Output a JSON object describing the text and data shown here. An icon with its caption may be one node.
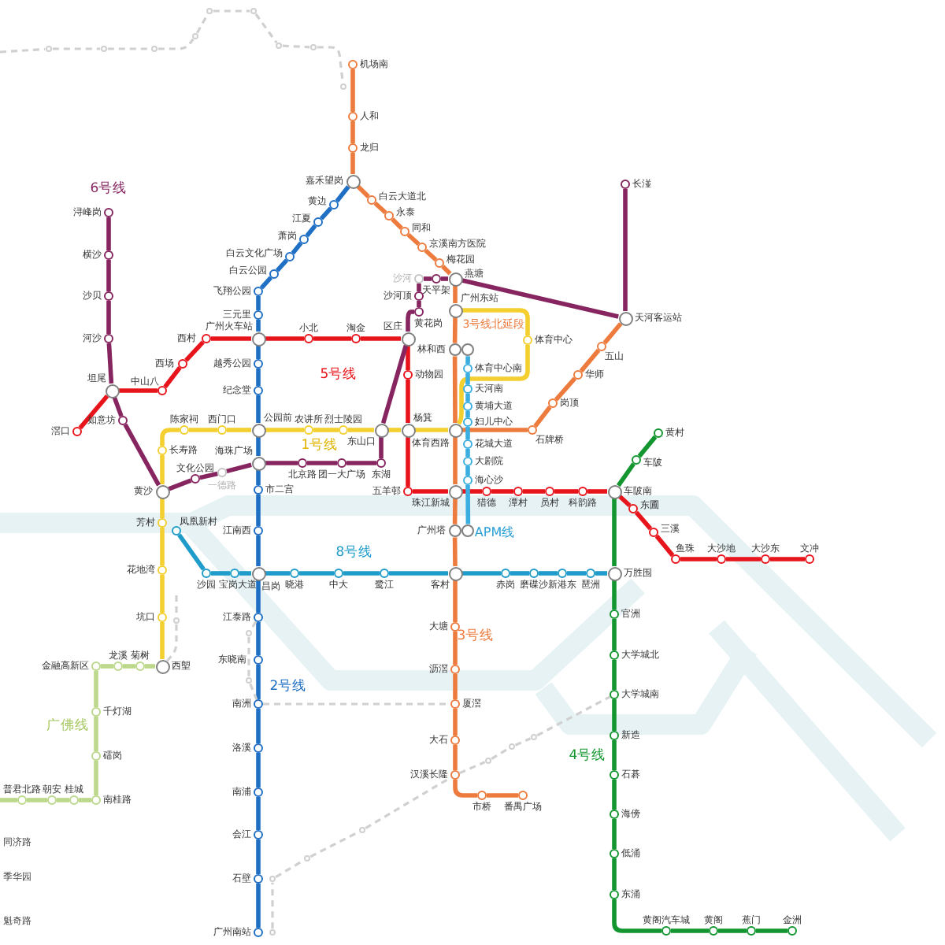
{
  "diagram": {
    "nodes": [
      {
        "text": [],
        "shape": "circle",
        "beside": [
          "机场南"
        ]
      },
      {
        "text": [],
        "shape": "circle",
        "beside": [
          "人和"
        ]
      },
      {
        "text": [],
        "shape": "circle",
        "beside": [
          "龙归"
        ]
      },
      {
        "text": [],
        "shape": "circle",
        "beside": [
          "嘉禾望岗"
        ]
      },
      {
        "text": [],
        "shape": "circle",
        "beside": [
          "黄边"
        ]
      },
      {
        "text": [],
        "shape": "circle",
        "beside": [
          "江夏"
        ]
      },
      {
        "text": [],
        "shape": "circle",
        "beside": [
          "萧岗"
        ]
      },
      {
        "text": [],
        "shape": "circle",
        "beside": [
          "白云文化广场"
        ]
      },
      {
        "text": [],
        "shape": "circle",
        "beside": [
          "白云公园"
        ]
      },
      {
        "text": [],
        "shape": "circle",
        "beside": [
          "飞翔公园"
        ]
      },
      {
        "text": [],
        "shape": "circle",
        "beside": [
          "三元里"
        ]
      },
      {
        "text": [],
        "shape": "circle",
        "beside": [
          "广州火车站"
        ]
      },
      {
        "text": [],
        "shape": "circle",
        "beside": [
          "越秀公园"
        ]
      },
      {
        "text": [],
        "shape": "circle",
        "beside": [
          "纪念堂"
        ]
      },
      {
        "text": [],
        "shape": "circle",
        "beside": [
          "公园前"
        ]
      },
      {
        "text": [],
        "shape": "circle",
        "beside": [
          "海珠广场"
        ]
      },
      {
        "text": [],
        "shape": "circle",
        "beside": [
          "市二宫"
        ]
      },
      {
        "text": [],
        "shape": "circle",
        "beside": [
          "江南西"
        ]
      },
      {
        "text": [],
        "shape": "circle",
        "beside": [
          "昌岗"
        ]
      },
      {
        "text": [],
        "shape": "circle",
        "beside": [
          "江泰路"
        ]
      },
      {
        "text": [],
        "shape": "circle",
        "beside": [
          "东晓南"
        ]
      },
      {
        "text": [],
        "shape": "circle",
        "beside": [
          "南洲"
        ]
      },
      {
        "text": [],
        "shape": "circle",
        "beside": [
          "洛溪"
        ]
      },
      {
        "text": [],
        "shape": "circle",
        "beside": [
          "南浦"
        ]
      },
      {
        "text": [],
        "shape": "circle",
        "beside": [
          "会江"
        ]
      },
      {
        "text": [],
        "shape": "circle",
        "beside": [
          "石壁"
        ]
      },
      {
        "text": [],
        "shape": "circle",
        "beside": [
          "广州南站"
        ]
      },
      {
        "text": [],
        "shape": "circle",
        "beside": [
          "白云大道北"
        ]
      },
      {
        "text": [],
        "shape": "circle",
        "beside": [
          "永泰"
        ]
      },
      {
        "text": [],
        "shape": "circle",
        "beside": [
          "同和"
        ]
      },
      {
        "text": [],
        "shape": "circle",
        "beside": [
          "京溪南方医院"
        ]
      },
      {
        "text": [],
        "shape": "circle",
        "beside": [
          "梅花园"
        ]
      },
      {
        "text": [],
        "shape": "circle",
        "beside": [
          "燕塘"
        ]
      },
      {
        "text": [],
        "shape": "circle",
        "beside": [
          "天河客运站"
        ]
      },
      {
        "text": [],
        "shape": "circle",
        "beside": [
          "长湴"
        ]
      },
      {
        "text": [],
        "shape": "circle",
        "beside": [
          "广州东站"
        ]
      },
      {
        "text": [],
        "shape": "circle",
        "beside": [
          "林和西"
        ]
      },
      {
        "text": [],
        "shape": "circle",
        "beside": [
          "体育西路"
        ]
      },
      {
        "text": [],
        "shape": "circle",
        "beside": [
          "石牌桥"
        ]
      },
      {
        "text": [],
        "shape": "circle",
        "beside": [
          "岗顶"
        ]
      },
      {
        "text": [],
        "shape": "circle",
        "beside": [
          "华师"
        ]
      },
      {
        "text": [],
        "shape": "circle",
        "beside": [
          "五山"
        ]
      },
      {
        "text": [],
        "shape": "circle",
        "beside": [
          "珠江新城"
        ]
      },
      {
        "text": [],
        "shape": "circle",
        "beside": [
          "广州塔"
        ]
      },
      {
        "text": [],
        "shape": "circle",
        "beside": [
          "客村"
        ]
      },
      {
        "text": [],
        "shape": "circle",
        "beside": [
          "大塘"
        ]
      },
      {
        "text": [],
        "shape": "circle",
        "beside": [
          "沥滘"
        ]
      },
      {
        "text": [],
        "shape": "circle",
        "beside": [
          "厦滘"
        ]
      },
      {
        "text": [],
        "shape": "circle",
        "beside": [
          "大石"
        ]
      },
      {
        "text": [],
        "shape": "circle",
        "beside": [
          "汉溪长隆"
        ]
      },
      {
        "text": [],
        "shape": "circle",
        "beside": [
          "市桥"
        ]
      },
      {
        "text": [],
        "shape": "circle",
        "beside": [
          "番禺广场"
        ]
      },
      {
        "text": [],
        "shape": "circle",
        "beside": [
          "滘口"
        ]
      },
      {
        "text": [],
        "shape": "circle",
        "beside": [
          "坦尾"
        ]
      },
      {
        "text": [],
        "shape": "circle",
        "beside": [
          "中山八"
        ]
      },
      {
        "text": [],
        "shape": "circle",
        "beside": [
          "西场"
        ]
      },
      {
        "text": [],
        "shape": "circle",
        "beside": [
          "西村"
        ]
      },
      {
        "text": [],
        "shape": "circle",
        "beside": [
          "小北"
        ]
      },
      {
        "text": [],
        "shape": "circle",
        "beside": [
          "淘金"
        ]
      },
      {
        "text": [],
        "shape": "circle",
        "beside": [
          "区庄"
        ]
      },
      {
        "text": [],
        "shape": "circle",
        "beside": [
          "动物园"
        ]
      },
      {
        "text": [],
        "shape": "circle",
        "beside": [
          "杨箕"
        ]
      },
      {
        "text": [],
        "shape": "circle",
        "beside": [
          "五羊邨"
        ]
      },
      {
        "text": [],
        "shape": "circle",
        "beside": [
          "猎德"
        ]
      },
      {
        "text": [],
        "shape": "circle",
        "beside": [
          "潭村"
        ]
      },
      {
        "text": [],
        "shape": "circle",
        "beside": [
          "员村"
        ]
      },
      {
        "text": [],
        "shape": "circle",
        "beside": [
          "科韵路"
        ]
      },
      {
        "text": [],
        "shape": "circle",
        "beside": [
          "车陂南"
        ]
      },
      {
        "text": [],
        "shape": "circle",
        "beside": [
          "东圃"
        ]
      },
      {
        "text": [],
        "shape": "circle",
        "beside": [
          "三溪"
        ]
      },
      {
        "text": [],
        "shape": "circle",
        "beside": [
          "鱼珠"
        ]
      },
      {
        "text": [],
        "shape": "circle",
        "beside": [
          "大沙地"
        ]
      },
      {
        "text": [],
        "shape": "circle",
        "beside": [
          "大沙东"
        ]
      },
      {
        "text": [],
        "shape": "circle",
        "beside": [
          "文冲"
        ]
      },
      {
        "text": [],
        "shape": "circle",
        "beside": [
          "体育中心"
        ]
      },
      {
        "text": [],
        "shape": "circle",
        "beside": [
          "东山口"
        ]
      },
      {
        "text": [],
        "shape": "circle",
        "beside": [
          "烈士陵园"
        ]
      },
      {
        "text": [],
        "shape": "circle",
        "beside": [
          "农讲所"
        ]
      },
      {
        "text": [],
        "shape": "circle",
        "beside": [
          "西门口"
        ]
      },
      {
        "text": [],
        "shape": "circle",
        "beside": [
          "陈家祠"
        ]
      },
      {
        "text": [],
        "shape": "circle",
        "beside": [
          "长寿路"
        ]
      },
      {
        "text": [],
        "shape": "circle",
        "beside": [
          "黄沙"
        ]
      },
      {
        "text": [],
        "shape": "circle",
        "beside": [
          "芳村"
        ]
      },
      {
        "text": [],
        "shape": "circle",
        "beside": [
          "花地湾"
        ]
      },
      {
        "text": [],
        "shape": "circle",
        "beside": [
          "坑口"
        ]
      },
      {
        "text": [],
        "shape": "circle",
        "beside": [
          "西塱"
        ]
      },
      {
        "text": [],
        "shape": "circle",
        "beside": [
          "浔峰岗"
        ]
      },
      {
        "text": [],
        "shape": "circle",
        "beside": [
          "横沙"
        ]
      },
      {
        "text": [],
        "shape": "circle",
        "beside": [
          "沙贝"
        ]
      },
      {
        "text": [],
        "shape": "circle",
        "beside": [
          "河沙"
        ]
      },
      {
        "text": [],
        "shape": "circle",
        "beside": [
          "如意坊"
        ]
      },
      {
        "text": [],
        "shape": "circle",
        "beside": [
          "文化公园"
        ]
      },
      {
        "text": [],
        "shape": "circle",
        "beside": [
          "一德路"
        ]
      },
      {
        "text": [],
        "shape": "circle",
        "beside": [
          "北京路"
        ]
      },
      {
        "text": [],
        "shape": "circle",
        "beside": [
          "团一大广场"
        ]
      },
      {
        "text": [],
        "shape": "circle",
        "beside": [
          "东湖"
        ]
      },
      {
        "text": [],
        "shape": "circle",
        "beside": [
          "黄花岗"
        ]
      },
      {
        "text": [],
        "shape": "circle",
        "beside": [
          "沙河顶"
        ]
      },
      {
        "text": [],
        "shape": "circle",
        "beside": [
          "沙河"
        ]
      },
      {
        "text": [],
        "shape": "circle",
        "beside": [
          "天平架"
        ]
      },
      {
        "text": [],
        "shape": "circle",
        "beside": [
          "体育中心南"
        ]
      },
      {
        "text": [],
        "shape": "circle",
        "beside": [
          "天河南"
        ]
      },
      {
        "text": [],
        "shape": "circle",
        "beside": [
          "黄埔大道"
        ]
      },
      {
        "text": [],
        "shape": "circle",
        "beside": [
          "妇儿中心"
        ]
      },
      {
        "text": [],
        "shape": "circle",
        "beside": [
          "花城大道"
        ]
      },
      {
        "text": [],
        "shape": "circle",
        "beside": [
          "大剧院"
        ]
      },
      {
        "text": [],
        "shape": "circle",
        "beside": [
          "海心沙"
        ]
      },
      {
        "text": [],
        "shape": "circle",
        "beside": [
          "凤凰新村"
        ]
      },
      {
        "text": [],
        "shape": "circle",
        "beside": [
          "沙园"
        ]
      },
      {
        "text": [],
        "shape": "circle",
        "beside": [
          "宝岗大道"
        ]
      },
      {
        "text": [],
        "shape": "circle",
        "beside": [
          "晓港"
        ]
      },
      {
        "text": [],
        "shape": "circle",
        "beside": [
          "中大"
        ]
      },
      {
        "text": [],
        "shape": "circle",
        "beside": [
          "鹭江"
        ]
      },
      {
        "text": [],
        "shape": "circle",
        "beside": [
          "赤岗"
        ]
      },
      {
        "text": [],
        "shape": "circle",
        "beside": [
          "磨碟沙"
        ]
      },
      {
        "text": [],
        "shape": "circle",
        "beside": [
          "新港东"
        ]
      },
      {
        "text": [],
        "shape": "circle",
        "beside": [
          "琶洲"
        ]
      },
      {
        "text": [],
        "shape": "circle",
        "beside": [
          "万胜围"
        ]
      },
      {
        "text": [],
        "shape": "circle",
        "beside": [
          "黄村"
        ]
      },
      {
        "text": [],
        "shape": "circle",
        "beside": [
          "车陂"
        ]
      },
      {
        "text": [],
        "shape": "circle",
        "beside": [
          "官洲"
        ]
      },
      {
        "text": [],
        "shape": "circle",
        "beside": [
          "大学城北"
        ]
      },
      {
        "text": [],
        "shape": "circle",
        "beside": [
          "大学城南"
        ]
      },
      {
        "text": [],
        "shape": "circle",
        "beside": [
          "新造"
        ]
      },
      {
        "text": [],
        "shape": "circle",
        "beside": [
          "石碁"
        ]
      },
      {
        "text": [],
        "shape": "circle",
        "beside": [
          "海傍"
        ]
      },
      {
        "text": [],
        "shape": "circle",
        "beside": [
          "低涌"
        ]
      },
      {
        "text": [],
        "shape": "circle",
        "beside": [
          "东涌"
        ]
      },
      {
        "text": [],
        "shape": "circle",
        "beside": [
          "黄阁汽车城"
        ]
      },
      {
        "text": [],
        "shape": "circle",
        "beside": [
          "黄阁"
        ]
      },
      {
        "text": [],
        "shape": "circle",
        "beside": [
          "蕉门"
        ]
      },
      {
        "text": [],
        "shape": "circle",
        "beside": [
          "金洲"
        ]
      },
      {
        "text": [],
        "shape": "circle",
        "beside": [
          "菊树"
        ]
      },
      {
        "text": [],
        "shape": "circle",
        "beside": [
          "龙溪"
        ]
      },
      {
        "text": [],
        "shape": "circle",
        "beside": [
          "金融高新区"
        ]
      },
      {
        "text": [],
        "shape": "circle",
        "beside": [
          "千灯湖"
        ]
      },
      {
        "text": [],
        "shape": "circle",
        "beside": [
          "礌岗"
        ]
      },
      {
        "text": [],
        "shape": "circle",
        "beside": [
          "南桂路"
        ]
      },
      {
        "text": [],
        "shape": "circle",
        "beside": [
          "桂城"
        ]
      },
      {
        "text": [],
        "shape": "circle",
        "beside": [
          "朝安"
        ]
      },
      {
        "text": [],
        "shape": "circle",
        "beside": [
          "普君北路"
        ]
      },
      {
        "text": [],
        "shape": "circle"
      },
      {
        "text": [],
        "shape": "circle"
      },
      {
        "text": [],
        "shape": "circle"
      },
      {
        "text": [],
        "shape": "circle"
      },
      {
        "text": [],
        "shape": "circle"
      },
      {
        "text": [],
        "shape": "circle"
      },
      {
        "text": [],
        "shape": "circle"
      },
      {
        "text": [],
        "shape": "circle"
      },
      {
        "text": [],
        "shape": "circle"
      },
      {
        "text": [],
        "shape": "circle"
      },
      {
        "text": [],
        "shape": "circle"
      },
      {
        "text": [],
        "shape": "circle"
      },
      {
        "text": [],
        "shape": "circle"
      },
      {
        "text": [],
        "shape": "circle"
      },
      {
        "text": [],
        "shape": "circle"
      },
      {
        "text": [],
        "shape": "circle"
      },
      {
        "text": [],
        "shape": "circle"
      },
      {
        "text": [],
        "shape": "circle"
      },
      {
        "text": [],
        "shape": "circle"
      }
    ],
    "edges": [
      {
        "from": 0,
        "to": 1,
        "arrow": "none",
        "color": "#ec7b3d"
      },
      {
        "from": 1,
        "to": 2,
        "arrow": "none",
        "color": "#ec7b3d"
      },
      {
        "from": 2,
        "to": 3,
        "arrow": "none",
        "color": "#ec7b3d"
      },
      {
        "from": 3,
        "to": 27,
        "arrow": "none",
        "color": "#ec7b3d"
      },
      {
        "from": 27,
        "to": 28,
        "arrow": "none",
        "color": "#ec7b3d"
      },
      {
        "from": 28,
        "to": 29,
        "arrow": "none",
        "color": "#ec7b3d"
      },
      {
        "from": 29,
        "to": 30,
        "arrow": "none",
        "color": "#ec7b3d"
      },
      {
        "from": 30,
        "to": 31,
        "arrow": "none",
        "color": "#ec7b3d"
      },
      {
        "from": 31,
        "to": 32,
        "arrow": "none",
        "color": "#ec7b3d"
      },
      {
        "from": 32,
        "to": 35,
        "arrow": "none",
        "color": "#ec7b3d"
      },
      {
        "from": 35,
        "to": 36,
        "arrow": "none",
        "color": "#ec7b3d"
      },
      {
        "from": 36,
        "to": 37,
        "arrow": "none",
        "color": "#ec7b3d"
      },
      {
        "from": 37,
        "to": 38,
        "arrow": "none",
        "color": "#ec7b3d"
      },
      {
        "from": 38,
        "to": 39,
        "arrow": "none",
        "color": "#ec7b3d"
      },
      {
        "from": 39,
        "to": 40,
        "arrow": "none",
        "color": "#ec7b3d"
      },
      {
        "from": 40,
        "to": 41,
        "arrow": "none",
        "color": "#ec7b3d"
      },
      {
        "from": 41,
        "to": 33,
        "arrow": "none",
        "color": "#ec7b3d"
      },
      {
        "from": 37,
        "to": 42,
        "arrow": "none",
        "color": "#ec7b3d"
      },
      {
        "from": 42,
        "to": 43,
        "arrow": "none",
        "color": "#ec7b3d"
      },
      {
        "from": 43,
        "to": 44,
        "arrow": "none",
        "color": "#ec7b3d"
      },
      {
        "from": 44,
        "to": 45,
        "arrow": "none",
        "color": "#ec7b3d"
      },
      {
        "from": 45,
        "to": 46,
        "arrow": "none",
        "color": "#ec7b3d"
      },
      {
        "from": 46,
        "to": 47,
        "arrow": "none",
        "color": "#ec7b3d"
      },
      {
        "from": 47,
        "to": 48,
        "arrow": "none",
        "color": "#ec7b3d"
      },
      {
        "from": 48,
        "to": 49,
        "arrow": "none",
        "color": "#ec7b3d"
      },
      {
        "from": 49,
        "to": 50,
        "arrow": "none",
        "color": "#ec7b3d"
      },
      {
        "from": 50,
        "to": 51,
        "arrow": "none",
        "color": "#ec7b3d"
      },
      {
        "from": 3,
        "to": 4,
        "arrow": "none",
        "color": "#1f6fc5"
      },
      {
        "from": 4,
        "to": 5,
        "arrow": "none",
        "color": "#1f6fc5"
      },
      {
        "from": 5,
        "to": 6,
        "arrow": "none",
        "color": "#1f6fc5"
      },
      {
        "from": 6,
        "to": 7,
        "arrow": "none",
        "color": "#1f6fc5"
      },
      {
        "from": 7,
        "to": 8,
        "arrow": "none",
        "color": "#1f6fc5"
      },
      {
        "from": 8,
        "to": 9,
        "arrow": "none",
        "color": "#1f6fc5"
      },
      {
        "from": 9,
        "to": 10,
        "arrow": "none",
        "color": "#1f6fc5"
      },
      {
        "from": 10,
        "to": 11,
        "arrow": "none",
        "color": "#1f6fc5"
      },
      {
        "from": 11,
        "to": 12,
        "arrow": "none",
        "color": "#1f6fc5"
      },
      {
        "from": 12,
        "to": 13,
        "arrow": "none",
        "color": "#1f6fc5"
      },
      {
        "from": 13,
        "to": 14,
        "arrow": "none",
        "color": "#1f6fc5"
      },
      {
        "from": 14,
        "to": 15,
        "arrow": "none",
        "color": "#1f6fc5"
      },
      {
        "from": 15,
        "to": 16,
        "arrow": "none",
        "color": "#1f6fc5"
      },
      {
        "from": 16,
        "to": 17,
        "arrow": "none",
        "color": "#1f6fc5"
      },
      {
        "from": 17,
        "to": 18,
        "arrow": "none",
        "color": "#1f6fc5"
      },
      {
        "from": 18,
        "to": 19,
        "arrow": "none",
        "color": "#1f6fc5"
      },
      {
        "from": 19,
        "to": 20,
        "arrow": "none",
        "color": "#1f6fc5"
      },
      {
        "from": 20,
        "to": 21,
        "arrow": "none",
        "color": "#1f6fc5"
      },
      {
        "from": 21,
        "to": 22,
        "arrow": "none",
        "color": "#1f6fc5"
      },
      {
        "from": 22,
        "to": 23,
        "arrow": "none",
        "color": "#1f6fc5"
      },
      {
        "from": 23,
        "to": 24,
        "arrow": "none",
        "color": "#1f6fc5"
      },
      {
        "from": 24,
        "to": 25,
        "arrow": "none",
        "color": "#1f6fc5"
      },
      {
        "from": 25,
        "to": 26,
        "arrow": "none",
        "color": "#1f6fc5"
      },
      {
        "from": 52,
        "to": 53,
        "arrow": "none",
        "color": "#e8141c"
      },
      {
        "from": 53,
        "to": 54,
        "arrow": "none",
        "color": "#e8141c"
      },
      {
        "from": 54,
        "to": 55,
        "arrow": "none",
        "color": "#e8141c"
      },
      {
        "from": 55,
        "to": 56,
        "arrow": "none",
        "color": "#e8141c"
      },
      {
        "from": 56,
        "to": 11,
        "arrow": "none",
        "color": "#e8141c"
      },
      {
        "from": 11,
        "to": 57,
        "arrow": "none",
        "color": "#e8141c"
      },
      {
        "from": 57,
        "to": 58,
        "arrow": "none",
        "color": "#e8141c"
      },
      {
        "from": 58,
        "to": 59,
        "arrow": "none",
        "color": "#e8141c"
      },
      {
        "from": 59,
        "to": 60,
        "arrow": "none",
        "color": "#e8141c"
      },
      {
        "from": 60,
        "to": 61,
        "arrow": "none",
        "color": "#e8141c"
      },
      {
        "from": 61,
        "to": 62,
        "arrow": "none",
        "color": "#e8141c"
      },
      {
        "from": 62,
        "to": 42,
        "arrow": "none",
        "color": "#e8141c"
      },
      {
        "from": 42,
        "to": 63,
        "arrow": "none",
        "color": "#e8141c"
      },
      {
        "from": 63,
        "to": 64,
        "arrow": "none",
        "color": "#e8141c"
      },
      {
        "from": 64,
        "to": 65,
        "arrow": "none",
        "color": "#e8141c"
      },
      {
        "from": 65,
        "to": 66,
        "arrow": "none",
        "color": "#e8141c"
      },
      {
        "from": 66,
        "to": 67,
        "arrow": "none",
        "color": "#e8141c"
      },
      {
        "from": 67,
        "to": 68,
        "arrow": "none",
        "color": "#e8141c"
      },
      {
        "from": 68,
        "to": 69,
        "arrow": "none",
        "color": "#e8141c"
      },
      {
        "from": 69,
        "to": 70,
        "arrow": "none",
        "color": "#e8141c"
      },
      {
        "from": 70,
        "to": 71,
        "arrow": "none",
        "color": "#e8141c"
      },
      {
        "from": 71,
        "to": 72,
        "arrow": "none",
        "color": "#e8141c"
      },
      {
        "from": 72,
        "to": 73,
        "arrow": "none",
        "color": "#e8141c"
      },
      {
        "from": 35,
        "to": 74,
        "arrow": "none",
        "color": "#f3cf2f"
      },
      {
        "from": 74,
        "to": 37,
        "arrow": "none",
        "color": "#f3cf2f"
      },
      {
        "from": 37,
        "to": 61,
        "arrow": "none",
        "color": "#f3cf2f"
      },
      {
        "from": 61,
        "to": 75,
        "arrow": "none",
        "color": "#f3cf2f"
      },
      {
        "from": 75,
        "to": 76,
        "arrow": "none",
        "color": "#f3cf2f"
      },
      {
        "from": 76,
        "to": 77,
        "arrow": "none",
        "color": "#f3cf2f"
      },
      {
        "from": 77,
        "to": 14,
        "arrow": "none",
        "color": "#f3cf2f"
      },
      {
        "from": 14,
        "to": 78,
        "arrow": "none",
        "color": "#f3cf2f"
      },
      {
        "from": 78,
        "to": 79,
        "arrow": "none",
        "color": "#f3cf2f"
      },
      {
        "from": 79,
        "to": 80,
        "arrow": "none",
        "color": "#f3cf2f"
      },
      {
        "from": 80,
        "to": 81,
        "arrow": "none",
        "color": "#f3cf2f"
      },
      {
        "from": 81,
        "to": 82,
        "arrow": "none",
        "color": "#f3cf2f"
      },
      {
        "from": 82,
        "to": 83,
        "arrow": "none",
        "color": "#f3cf2f"
      },
      {
        "from": 83,
        "to": 84,
        "arrow": "none",
        "color": "#f3cf2f"
      },
      {
        "from": 84,
        "to": 85,
        "arrow": "none",
        "color": "#f3cf2f"
      },
      {
        "from": 86,
        "to": 87,
        "arrow": "none",
        "color": "#86255f"
      },
      {
        "from": 87,
        "to": 88,
        "arrow": "none",
        "color": "#86255f"
      },
      {
        "from": 88,
        "to": 89,
        "arrow": "none",
        "color": "#86255f"
      },
      {
        "from": 89,
        "to": 53,
        "arrow": "none",
        "color": "#86255f"
      },
      {
        "from": 53,
        "to": 90,
        "arrow": "none",
        "color": "#86255f"
      },
      {
        "from": 90,
        "to": 81,
        "arrow": "none",
        "color": "#86255f"
      },
      {
        "from": 81,
        "to": 91,
        "arrow": "none",
        "color": "#86255f"
      },
      {
        "from": 91,
        "to": 92,
        "arrow": "none",
        "color": "#86255f"
      },
      {
        "from": 92,
        "to": 15,
        "arrow": "none",
        "color": "#86255f"
      },
      {
        "from": 15,
        "to": 93,
        "arrow": "none",
        "color": "#86255f"
      },
      {
        "from": 93,
        "to": 94,
        "arrow": "none",
        "color": "#86255f"
      },
      {
        "from": 94,
        "to": 95,
        "arrow": "none",
        "color": "#86255f"
      },
      {
        "from": 95,
        "to": 75,
        "arrow": "none",
        "color": "#86255f"
      },
      {
        "from": 75,
        "to": 59,
        "arrow": "none",
        "color": "#86255f"
      },
      {
        "from": 59,
        "to": 96,
        "arrow": "none",
        "color": "#86255f"
      },
      {
        "from": 96,
        "to": 97,
        "arrow": "none",
        "color": "#86255f"
      },
      {
        "from": 97,
        "to": 98,
        "arrow": "none",
        "color": "#86255f"
      },
      {
        "from": 98,
        "to": 99,
        "arrow": "none",
        "color": "#86255f"
      },
      {
        "from": 99,
        "to": 32,
        "arrow": "none",
        "color": "#86255f"
      },
      {
        "from": 32,
        "to": 33,
        "arrow": "none",
        "color": "#86255f"
      },
      {
        "from": 33,
        "to": 34,
        "arrow": "none",
        "color": "#86255f"
      },
      {
        "from": 36,
        "to": 100,
        "arrow": "none",
        "color": "#3aaee0"
      },
      {
        "from": 100,
        "to": 101,
        "arrow": "none",
        "color": "#3aaee0"
      },
      {
        "from": 101,
        "to": 102,
        "arrow": "none",
        "color": "#3aaee0"
      },
      {
        "from": 102,
        "to": 103,
        "arrow": "none",
        "color": "#3aaee0"
      },
      {
        "from": 103,
        "to": 104,
        "arrow": "none",
        "color": "#3aaee0"
      },
      {
        "from": 104,
        "to": 105,
        "arrow": "none",
        "color": "#3aaee0"
      },
      {
        "from": 105,
        "to": 106,
        "arrow": "none",
        "color": "#3aaee0"
      },
      {
        "from": 106,
        "to": 43,
        "arrow": "none",
        "color": "#3aaee0"
      },
      {
        "from": 107,
        "to": 108,
        "arrow": "none",
        "color": "#1f9cc9"
      },
      {
        "from": 108,
        "to": 109,
        "arrow": "none",
        "color": "#1f9cc9"
      },
      {
        "from": 109,
        "to": 18,
        "arrow": "none",
        "color": "#1f9cc9"
      },
      {
        "from": 18,
        "to": 110,
        "arrow": "none",
        "color": "#1f9cc9"
      },
      {
        "from": 110,
        "to": 111,
        "arrow": "none",
        "color": "#1f9cc9"
      },
      {
        "from": 111,
        "to": 112,
        "arrow": "none",
        "color": "#1f9cc9"
      },
      {
        "from": 112,
        "to": 44,
        "arrow": "none",
        "color": "#1f9cc9"
      },
      {
        "from": 44,
        "to": 113,
        "arrow": "none",
        "color": "#1f9cc9"
      },
      {
        "from": 113,
        "to": 114,
        "arrow": "none",
        "color": "#1f9cc9"
      },
      {
        "from": 114,
        "to": 115,
        "arrow": "none",
        "color": "#1f9cc9"
      },
      {
        "from": 115,
        "to": 116,
        "arrow": "none",
        "color": "#1f9cc9"
      },
      {
        "from": 116,
        "to": 117,
        "arrow": "none",
        "color": "#1f9cc9"
      },
      {
        "from": 118,
        "to": 119,
        "arrow": "none",
        "color": "#13962f"
      },
      {
        "from": 119,
        "to": 67,
        "arrow": "none",
        "color": "#13962f"
      },
      {
        "from": 67,
        "to": 117,
        "arrow": "none",
        "color": "#13962f"
      },
      {
        "from": 117,
        "to": 120,
        "arrow": "none",
        "color": "#13962f"
      },
      {
        "from": 120,
        "to": 121,
        "arrow": "none",
        "color": "#13962f"
      },
      {
        "from": 121,
        "to": 122,
        "arrow": "none",
        "color": "#13962f"
      },
      {
        "from": 122,
        "to": 123,
        "arrow": "none",
        "color": "#13962f"
      },
      {
        "from": 123,
        "to": 124,
        "arrow": "none",
        "color": "#13962f"
      },
      {
        "from": 124,
        "to": 125,
        "arrow": "none",
        "color": "#13962f"
      },
      {
        "from": 125,
        "to": 126,
        "arrow": "none",
        "color": "#13962f"
      },
      {
        "from": 126,
        "to": 127,
        "arrow": "none",
        "color": "#13962f"
      },
      {
        "from": 127,
        "to": 128,
        "arrow": "none",
        "color": "#13962f"
      },
      {
        "from": 128,
        "to": 129,
        "arrow": "none",
        "color": "#13962f"
      },
      {
        "from": 129,
        "to": 130,
        "arrow": "none",
        "color": "#13962f"
      },
      {
        "from": 130,
        "to": 131,
        "arrow": "none",
        "color": "#13962f"
      },
      {
        "from": 85,
        "to": 132,
        "arrow": "none",
        "color": "#bcd88a"
      },
      {
        "from": 132,
        "to": 133,
        "arrow": "none",
        "color": "#bcd88a"
      },
      {
        "from": 133,
        "to": 134,
        "arrow": "none",
        "color": "#bcd88a"
      },
      {
        "from": 134,
        "to": 135,
        "arrow": "none",
        "color": "#bcd88a"
      },
      {
        "from": 135,
        "to": 136,
        "arrow": "none",
        "color": "#bcd88a"
      },
      {
        "from": 136,
        "to": 137,
        "arrow": "none",
        "color": "#bcd88a"
      },
      {
        "from": 137,
        "to": 138,
        "arrow": "none",
        "color": "#bcd88a"
      },
      {
        "from": 138,
        "to": 139,
        "arrow": "none",
        "color": "#bcd88a"
      },
      {
        "from": 139,
        "to": 140,
        "arrow": "none",
        "color": "#bcd88a"
      },
      {
        "from": 140,
        "to": null,
        "arrow": "none",
        "color": "#bcd88a"
      },
      {
        "from": null,
        "to": 141,
        "arrow": "none",
        "style": "dashed",
        "color": "#d0d0d0"
      },
      {
        "from": 141,
        "to": 142,
        "arrow": "none",
        "style": "dashed",
        "color": "#d0d0d0"
      },
      {
        "from": 142,
        "to": 143,
        "arrow": "none",
        "style": "dashed",
        "color": "#d0d0d0"
      },
      {
        "from": 143,
        "to": 144,
        "arrow": "none",
        "style": "dashed",
        "color": "#d0d0d0"
      },
      {
        "from": 144,
        "to": 145,
        "arrow": "none",
        "style": "dashed",
        "color": "#d0d0d0"
      },
      {
        "from": 145,
        "to": 146,
        "arrow": "none",
        "style": "dashed",
        "color": "#d0d0d0"
      },
      {
        "from": 146,
        "to": 147,
        "arrow": "none",
        "style": "dashed",
        "color": "#d0d0d0"
      },
      {
        "from": 147,
        "to": 148,
        "arrow": "none",
        "style": "dashed",
        "color": "#d0d0d0"
      },
      {
        "from": 148,
        "to": 149,
        "arrow": "none",
        "style": "dashed",
        "color": "#d0d0d0"
      },
      {
        "from": 150,
        "to": 151,
        "arrow": "none",
        "style": "dashed",
        "color": "#d0d0d0"
      },
      {
        "from": 151,
        "to": 152,
        "arrow": "none",
        "style": "dashed",
        "color": "#d0d0d0"
      },
      {
        "from": 152,
        "to": 153,
        "arrow": "none",
        "style": "dashed",
        "color": "#d0d0d0"
      },
      {
        "from": 153,
        "to": 49,
        "arrow": "none",
        "style": "dashed",
        "color": "#d0d0d0"
      },
      {
        "from": 49,
        "to": 154,
        "arrow": "none",
        "style": "dashed",
        "color": "#d0d0d0"
      },
      {
        "from": 154,
        "to": 155,
        "arrow": "none",
        "style": "dashed",
        "color": "#d0d0d0"
      },
      {
        "from": 155,
        "to": 156,
        "arrow": "none",
        "style": "dashed",
        "color": "#d0d0d0"
      },
      {
        "from": 156,
        "to": 122,
        "arrow": "none",
        "style": "dashed",
        "color": "#d0d0d0"
      },
      {
        "from": 21,
        "to": 47,
        "arrow": "none",
        "style": "dashed",
        "color": "#d0d0d0"
      },
      {
        "from": null,
        "to": 157,
        "arrow": "none",
        "style": "dashed",
        "color": "#d0d0d0"
      },
      {
        "from": 157,
        "to": 85,
        "arrow": "none",
        "style": "dashed",
        "color": "#d0d0d0"
      },
      {
        "from": 19,
        "to": 158,
        "arrow": "none",
        "style": "dashed",
        "color": "#d0d0d0"
      },
      {
        "from": 158,
        "to": 159,
        "arrow": "none",
        "style": "dashed",
        "color": "#d0d0d0"
      },
      {
        "from": 159,
        "to": 21,
        "arrow": "none",
        "style": "dashed",
        "color": "#d0d0d0"
      }
    ],
    "labels": [
      "6号线",
      "3号线北延段",
      "5号线",
      "1号线",
      "APM线",
      "8号线",
      "3号线",
      "2号线",
      "广佛线",
      "4号线",
      "同济路",
      "季华园",
      "魁奇路"
    ]
  }
}
